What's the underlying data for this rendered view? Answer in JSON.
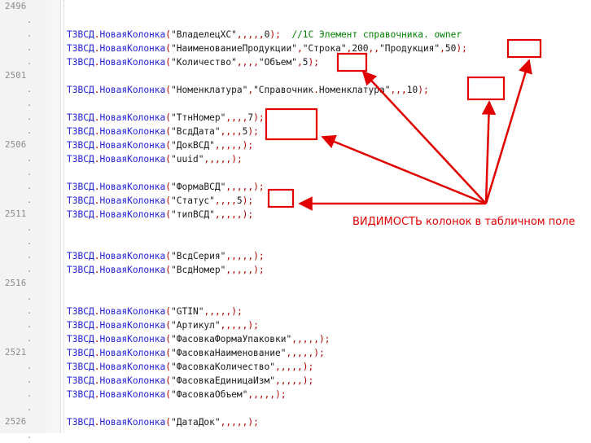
{
  "editor": {
    "keyword": "ТЗВСД",
    "method": "НоваяКолонка",
    "lines": [
      {
        "n": "2496",
        "code": ""
      },
      {
        "n": ".",
        "code": ""
      },
      {
        "n": ".",
        "code": "ТЗВСД.НоваяКолонка(\"ВладелецХС\",,,,,0);  ",
        "comment": "//1С Элемент справочника. owner"
      },
      {
        "n": ".",
        "code": "ТЗВСД.НоваяКолонка(\"НаименованиеПродукции\",\"Строка\",200,,\"Продукция\",50);"
      },
      {
        "n": ".",
        "code": "ТЗВСД.НоваяКолонка(\"Количество\",,,,\"Объем\",5);"
      },
      {
        "n": "2501",
        "code": ""
      },
      {
        "n": ".",
        "code": "ТЗВСД.НоваяКолонка(\"Номенклатура\",\"Справочник.Номенклатура\",,,10);"
      },
      {
        "n": ".",
        "code": ""
      },
      {
        "n": ".",
        "code": "ТЗВСД.НоваяКолонка(\"ТтнНомер\",,,,7);"
      },
      {
        "n": ".",
        "code": "ТЗВСД.НоваяКолонка(\"ВсдДата\",,,,5);"
      },
      {
        "n": "2506",
        "code": "ТЗВСД.НоваяКолонка(\"ДокВСД\",,,,,);"
      },
      {
        "n": ".",
        "code": "ТЗВСД.НоваяКолонка(\"uuid\",,,,,);"
      },
      {
        "n": ".",
        "code": ""
      },
      {
        "n": ".",
        "code": "ТЗВСД.НоваяКолонка(\"ФормаВСД\",,,,,);"
      },
      {
        "n": ".",
        "code": "ТЗВСД.НоваяКолонка(\"Статус\",,,,5);"
      },
      {
        "n": "2511",
        "code": "ТЗВСД.НоваяКолонка(\"типВСД\",,,,,);"
      },
      {
        "n": ".",
        "code": ""
      },
      {
        "n": ".",
        "code": ""
      },
      {
        "n": ".",
        "code": "ТЗВСД.НоваяКолонка(\"ВсдСерия\",,,,,);"
      },
      {
        "n": ".",
        "code": "ТЗВСД.НоваяКолонка(\"ВсдНомер\",,,,,);"
      },
      {
        "n": "2516",
        "code": ""
      },
      {
        "n": ".",
        "code": ""
      },
      {
        "n": ".",
        "code": "ТЗВСД.НоваяКолонка(\"GTIN\",,,,,);"
      },
      {
        "n": ".",
        "code": "ТЗВСД.НоваяКолонка(\"Артикул\",,,,,);"
      },
      {
        "n": ".",
        "code": "ТЗВСД.НоваяКолонка(\"ФасовкаФормаУпаковки\",,,,,);"
      },
      {
        "n": "2521",
        "code": "ТЗВСД.НоваяКолонка(\"ФасовкаНаименование\",,,,,);"
      },
      {
        "n": ".",
        "code": "ТЗВСД.НоваяКолонка(\"ФасовкаКоличество\",,,,,);"
      },
      {
        "n": ".",
        "code": "ТЗВСД.НоваяКолонка(\"ФасовкаЕдиницаИзм\",,,,,);"
      },
      {
        "n": ".",
        "code": "ТЗВСД.НоваяКолонка(\"ФасовкаОбъем\",,,,,);"
      },
      {
        "n": ".",
        "code": ""
      },
      {
        "n": "2526",
        "code": "ТЗВСД.НоваяКолонка(\"ДатаДок\",,,,,);"
      },
      {
        "n": ".",
        "code": ""
      }
    ]
  },
  "annotation": {
    "text": "ВИДИМОСТЬ колонок в табличном поле",
    "color": "#e00000"
  }
}
